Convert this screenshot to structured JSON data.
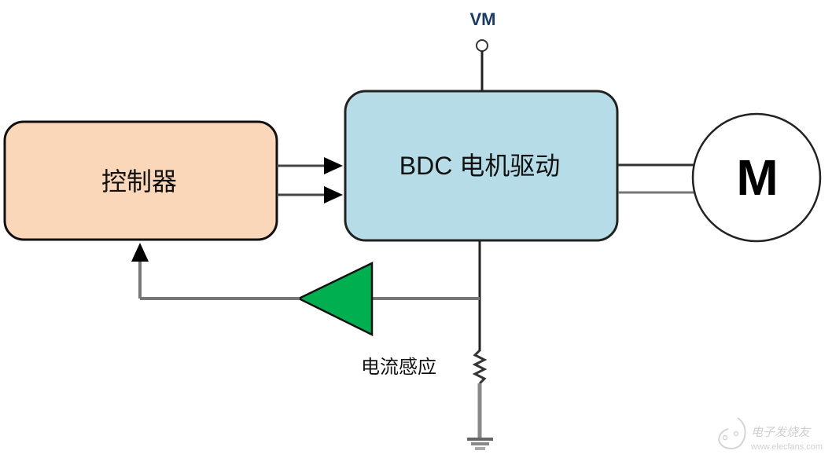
{
  "diagram": {
    "title": "BDC motor driver block diagram",
    "supply": {
      "label": "VM"
    },
    "controller": {
      "label": "控制器",
      "fill": "#fad7b9"
    },
    "driver": {
      "label": "BDC 电机驱动",
      "fill": "#b6dde7"
    },
    "motor": {
      "label": "M"
    },
    "amplifier": {
      "fill": "#00b050"
    },
    "sense": {
      "label": "电流感应"
    },
    "watermark": {
      "brand": "电子发烧友",
      "url": "www.elecfans.com"
    }
  }
}
